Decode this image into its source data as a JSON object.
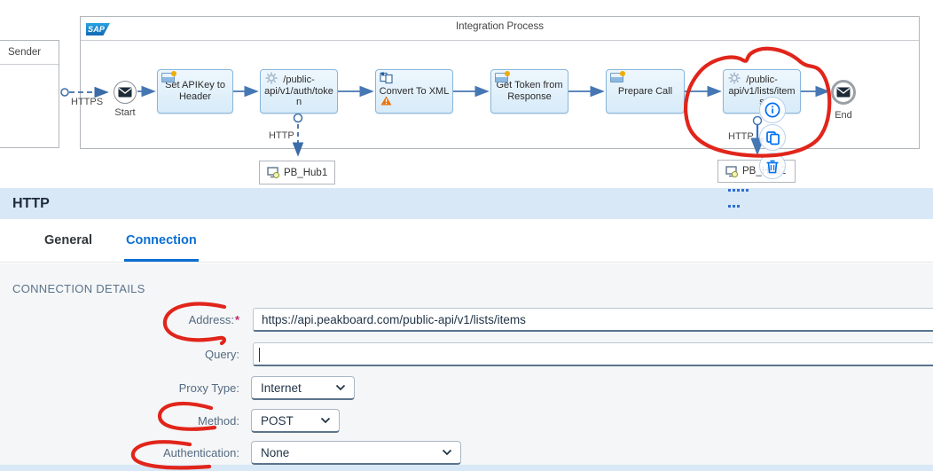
{
  "diagram": {
    "logo": "SAP",
    "pool_title": "Integration Process",
    "sender_label": "Sender",
    "start_label": "Start",
    "end_label": "End",
    "edge_labels": {
      "sender_protocol": "HTTPS",
      "auth_drop": "HTTP",
      "items_drop": "HTTP"
    },
    "nodes": [
      {
        "label": "Set APIKey to Header"
      },
      {
        "label": "/public-api/v1/auth/token"
      },
      {
        "label": "Convert To XML"
      },
      {
        "label": "Get Token from Response"
      },
      {
        "label": "Prepare Call"
      },
      {
        "label": "/public-api/v1/lists/items"
      }
    ],
    "receivers": [
      {
        "label": "PB_Hub1"
      },
      {
        "label": "PB_Hub2"
      }
    ]
  },
  "panel": {
    "title": "HTTP",
    "tabs": [
      {
        "label": "General",
        "active": false
      },
      {
        "label": "Connection",
        "active": true
      }
    ],
    "section_title": "CONNECTION DETAILS",
    "fields": [
      {
        "label": "Address:",
        "required": "*",
        "control": "input",
        "value": "https://api.peakboard.com/public-api/v1/lists/items"
      },
      {
        "label": "Query:",
        "control": "input",
        "value": ""
      },
      {
        "label": "Proxy Type:",
        "control": "select",
        "value": "Internet"
      },
      {
        "label": "Method:",
        "control": "select",
        "value": "POST"
      },
      {
        "label": "Authentication:",
        "control": "select",
        "value": "None"
      }
    ]
  },
  "colors": {
    "accent_blue": "#0a6ed1",
    "header_band": "#d8e8f6",
    "node_fill": "#ddeefb",
    "node_border": "#8ab6da",
    "arrow_blue": "#4577b3",
    "annotation_red": "#e1251b",
    "warning_orange": "#e9730c",
    "badge_orange": "#f0ab00",
    "context_icon_blue": "#0070f2"
  }
}
